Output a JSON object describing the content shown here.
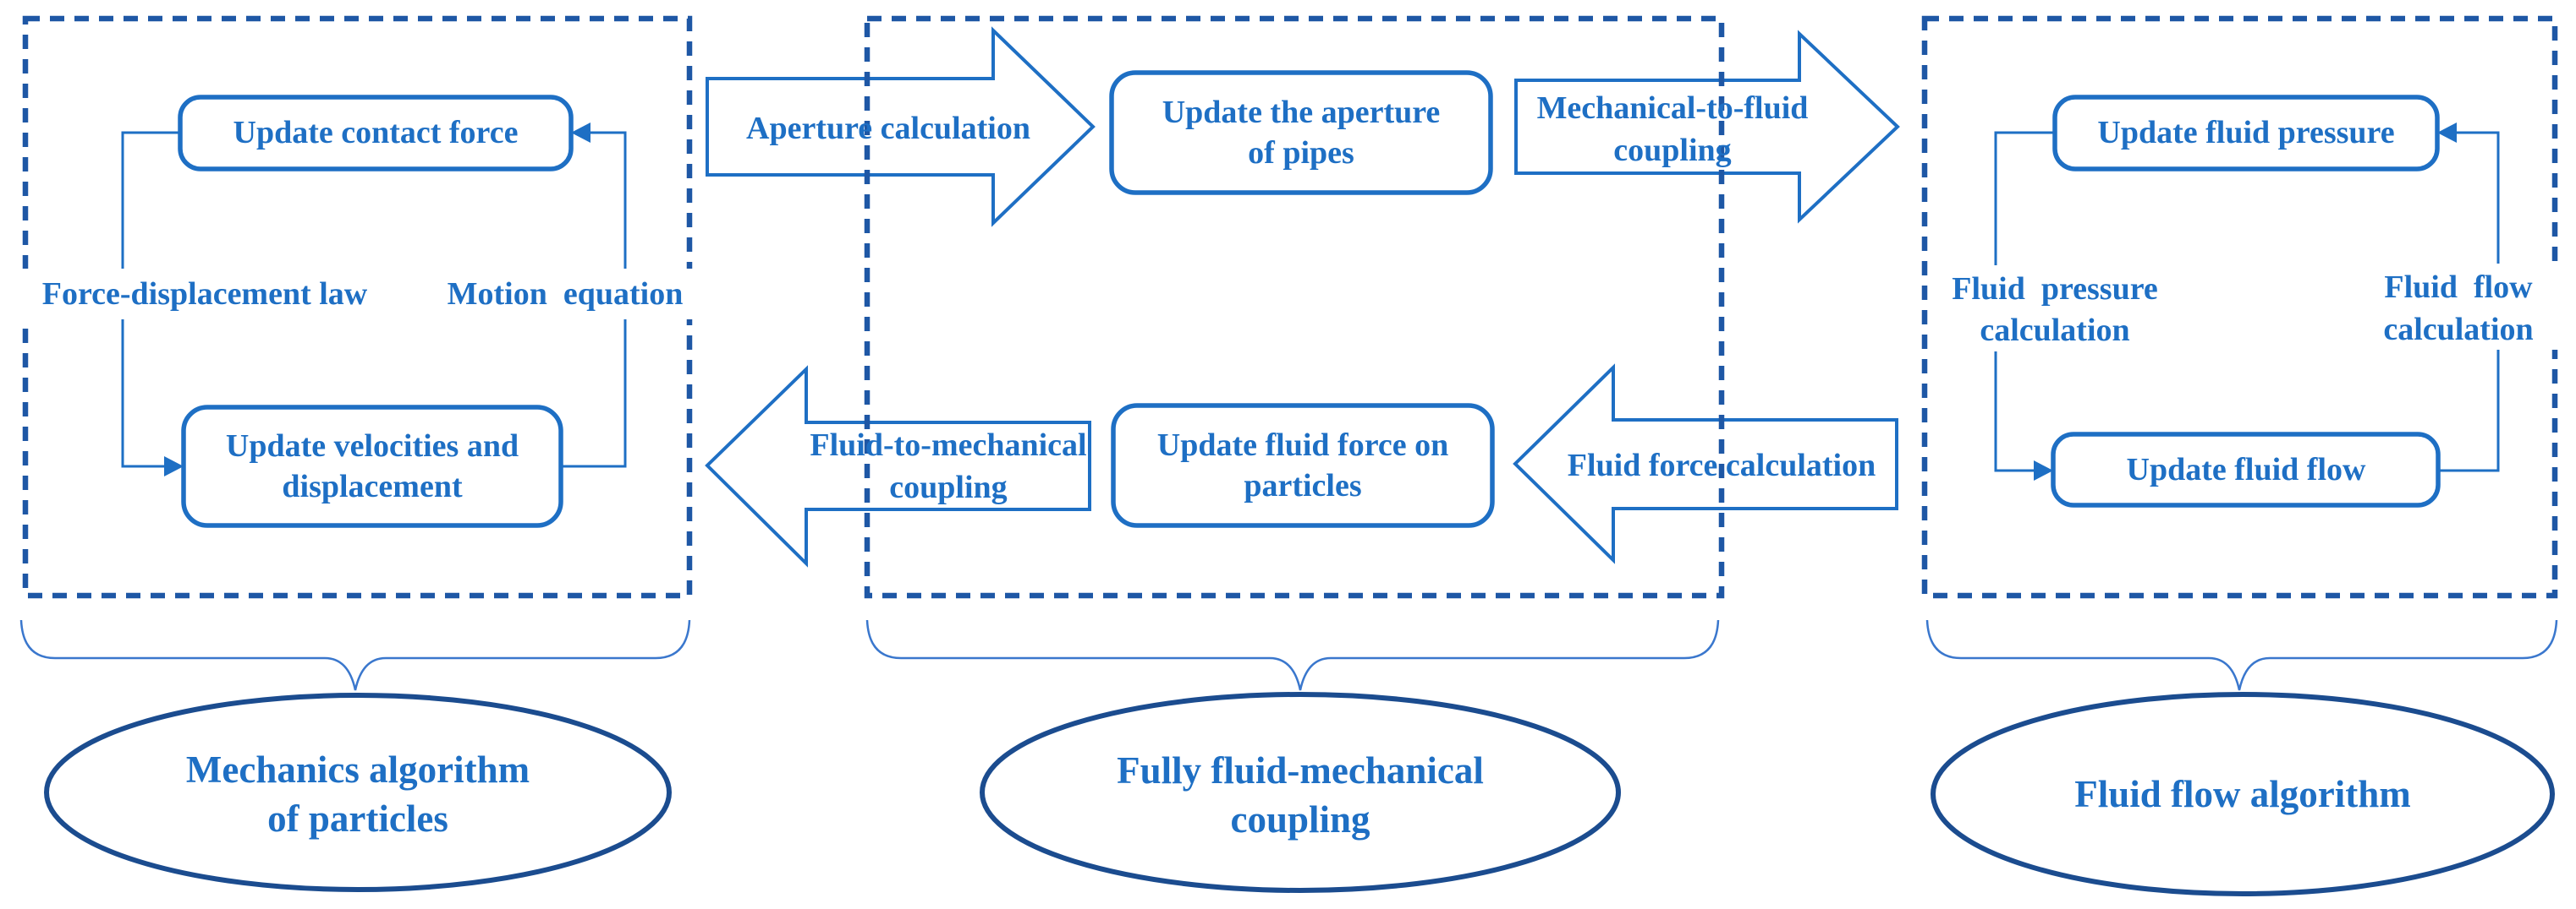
{
  "colors": {
    "node_blue": "#1E6FC4",
    "dashed_border_blue": "#1E57A5",
    "ellipse_navy": "#1B4C8F",
    "brace_blue": "#3A77CD",
    "background": "#FFFFFF"
  },
  "sections": [
    {
      "name": "mechanics-algorithm",
      "title_lines": [
        "Mechanics algorithm",
        "of particles"
      ],
      "nodes": {
        "top": {
          "lines": [
            "Update contact force"
          ]
        },
        "bottom": {
          "lines": [
            "Update velocities and",
            "displacement"
          ]
        }
      },
      "cycle_labels": {
        "left": {
          "lines": [
            "Force-displacement law"
          ]
        },
        "right": {
          "lines": [
            "Motion  equation"
          ]
        }
      }
    },
    {
      "name": "fully-fluid-mechanical-coupling",
      "title_lines": [
        "Fully fluid-mechanical",
        "coupling"
      ],
      "nodes": {
        "top": {
          "lines": [
            "Update the aperture",
            "of pipes"
          ]
        },
        "bottom": {
          "lines": [
            "Update fluid force on",
            "particles"
          ]
        }
      }
    },
    {
      "name": "fluid-flow-algorithm",
      "title_lines": [
        "Fluid flow algorithm"
      ],
      "nodes": {
        "top": {
          "lines": [
            "Update fluid pressure"
          ]
        },
        "bottom": {
          "lines": [
            "Update fluid flow"
          ]
        }
      },
      "cycle_labels": {
        "left": {
          "lines": [
            "Fluid  pressure",
            "calculation"
          ]
        },
        "right": {
          "lines": [
            "Fluid  flow",
            "calculation"
          ]
        }
      }
    }
  ],
  "block_arrows": [
    {
      "name": "aperture-calculation",
      "direction": "right",
      "label_lines": [
        "Aperture calculation"
      ]
    },
    {
      "name": "mechanical-to-fluid-coupling",
      "direction": "right",
      "label_lines": [
        "Mechanical-to-fluid",
        "coupling"
      ]
    },
    {
      "name": "fluid-force-calculation",
      "direction": "left",
      "label_lines": [
        "Fluid force calculation"
      ]
    },
    {
      "name": "fluid-to-mechanical-coupling",
      "direction": "left",
      "label_lines": [
        "Fluid-to-mechanical",
        "coupling"
      ]
    }
  ]
}
